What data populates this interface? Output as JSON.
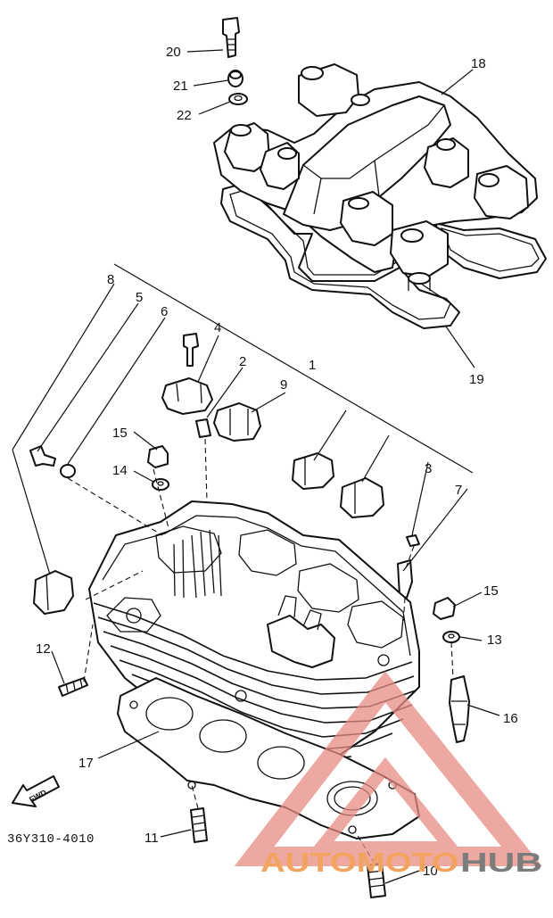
{
  "diagram": {
    "code": "36Y310-4010",
    "fwd_label": "FWD",
    "labels": {
      "l1": "1",
      "l2": "2",
      "l3": "3",
      "l4": "4",
      "l5": "5",
      "l6": "6",
      "l7": "7",
      "l8": "8",
      "l9": "9",
      "l10": "10",
      "l11": "11",
      "l12": "12",
      "l13": "13",
      "l14": "14",
      "l15a": "15",
      "l15b": "15",
      "l16": "16",
      "l17": "17",
      "l18": "18",
      "l19": "19",
      "l20": "20",
      "l21": "21",
      "l22": "22"
    }
  },
  "watermark": {
    "text_orange": "AUTOMOTO",
    "text_grey": "HUB",
    "color_orange": "#f2a35d",
    "color_grey": "#7c7c7c",
    "triangle_color": "#e88b84"
  }
}
